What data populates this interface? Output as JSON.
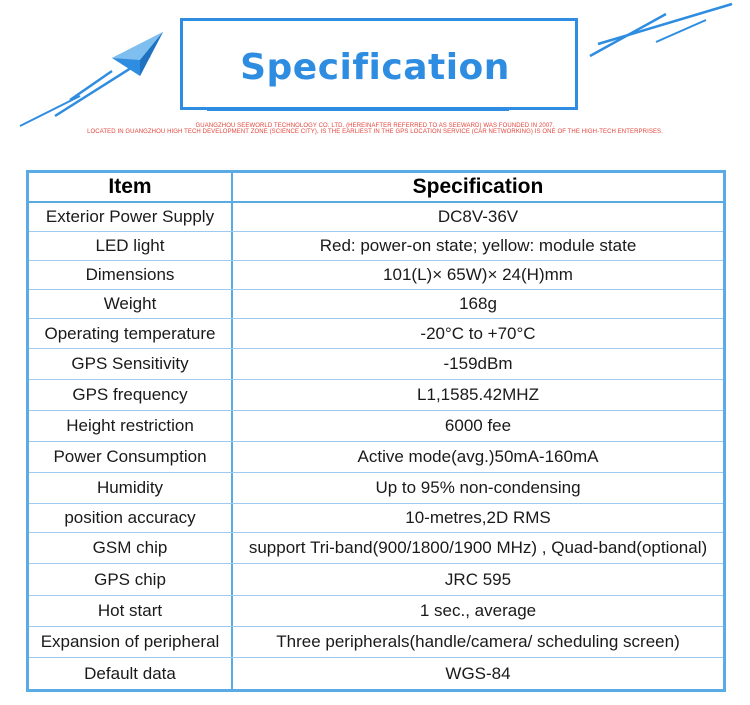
{
  "header": {
    "title": "Specification",
    "subtitle_line1": "GUANGZHOU SEEWORLD TECHNOLOGY CO. LTD. (HEREINAFTER REFERRED TO AS SEEWARD) WAS FOUNDED IN 2007.",
    "subtitle_line2": "LOCATED IN GUANGZHOU HIGH TECH DEVELOPMENT ZONE (SCIENCE CITY), IS THE EARLIEST IN THE GPS LOCATION SERVICE (CAR NETWORKING) IS ONE OF THE HIGH-TECH ENTERPRISES."
  },
  "table": {
    "col1_header": "Item",
    "col2_header": "Specification",
    "rows": [
      {
        "item": "Exterior Power Supply",
        "spec": "DC8V-36V"
      },
      {
        "item": "LED light",
        "spec": "Red: power-on state; yellow: module state"
      },
      {
        "item": "Dimensions",
        "spec": "101(L)× 65W)× 24(H)mm"
      },
      {
        "item": "Weight",
        "spec": "168g"
      },
      {
        "item": "Operating temperature",
        "spec": "-20°C to +70°C"
      },
      {
        "item": "GPS Sensitivity",
        "spec": "-159dBm"
      },
      {
        "item": "GPS frequency",
        "spec": "L1,1585.42MHZ"
      },
      {
        "item": "Height restriction",
        "spec": "6000 fee"
      },
      {
        "item": "Power Consumption",
        "spec": "Active mode(avg.)50mA-160mA"
      },
      {
        "item": "Humidity",
        "spec": "Up to 95% non-condensing"
      },
      {
        "item": "position accuracy",
        "spec": "10-metres,2D RMS"
      },
      {
        "item": "GSM chip",
        "spec": "support Tri-band(900/1800/1900 MHz) , Quad-band(optional)"
      },
      {
        "item": "GPS chip",
        "spec": "JRC 595"
      },
      {
        "item": "Hot start",
        "spec": "1 sec., average"
      },
      {
        "item": "Expansion of peripheral",
        "spec": "Three peripherals(handle/camera/ scheduling screen)"
      },
      {
        "item": "Default data",
        "spec": "WGS-84"
      }
    ]
  },
  "colors": {
    "accent": "#2e8de0",
    "table_border": "#5aaae6",
    "subtitle_red": "#e3443b"
  },
  "icons": [
    "paper-plane-icon"
  ]
}
